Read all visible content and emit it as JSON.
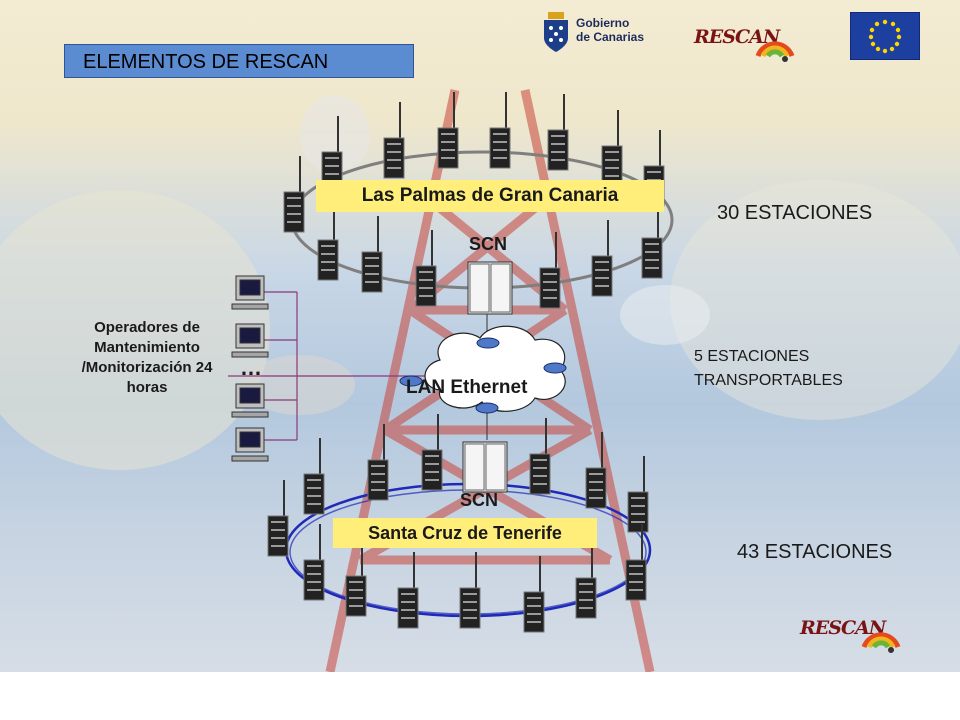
{
  "slide": {
    "title": "ELEMENTOS DE RESCAN",
    "logos": {
      "gobierno": "Gobierno\nde Canarias",
      "rescan": "RESCAN"
    },
    "islands": {
      "las_palmas": {
        "label": "Las Palmas de Gran Canaria",
        "stations": "30 ESTACIONES",
        "center": "SCN"
      },
      "tenerife": {
        "label": "Santa Cruz de Tenerife",
        "stations": "43 ESTACIONES",
        "center": "SCN"
      }
    },
    "network": {
      "label": "LAN Ethernet",
      "transportable": "5 ESTACIONES\nTRANSPORTABLES"
    },
    "operators": {
      "label": "Operadores de Mantenimiento /Monitorización 24 horas",
      "ellipsis": "…"
    },
    "colors": {
      "title_box": "#5b8bd0",
      "label_bg": "#ffef7a",
      "top_ring": "#7f7f7f",
      "bottom_ring": "#1f2bb8",
      "tower": "#c8453a"
    }
  }
}
